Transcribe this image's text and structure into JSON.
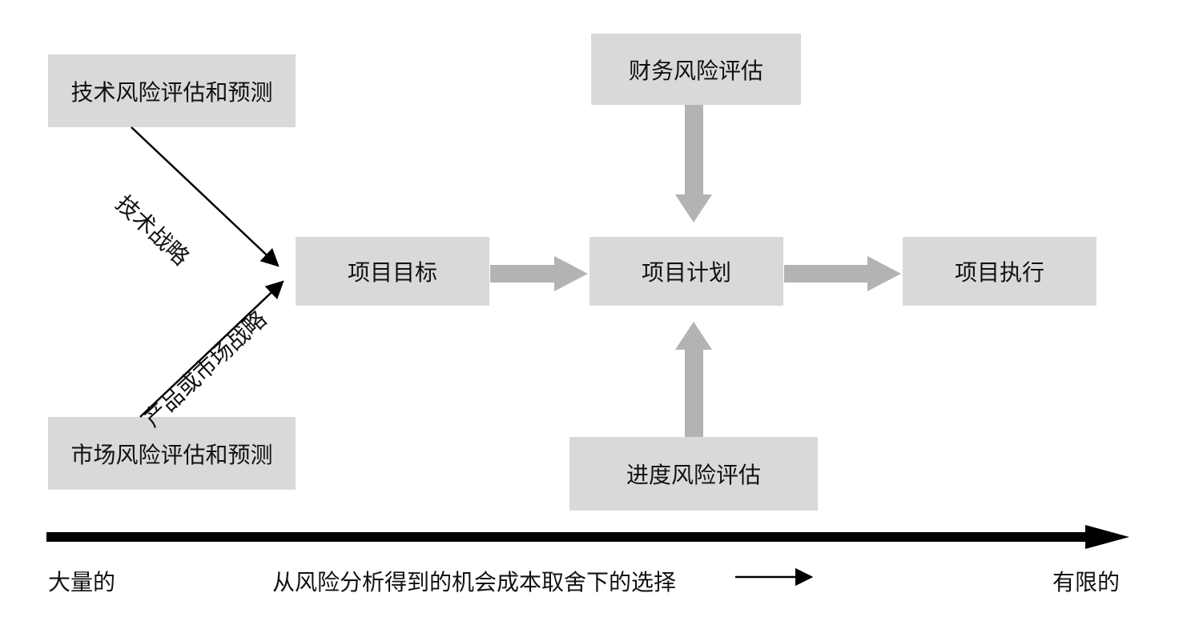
{
  "nodes": {
    "tech_risk": "技术风险评估和预测",
    "market_risk": "市场风险评估和预测",
    "project_goal": "项目目标",
    "finance_risk": "财务风险评估",
    "project_plan": "项目计划",
    "schedule_risk": "进度风险评估",
    "project_exec": "项目执行"
  },
  "edges": {
    "tech_strategy": "技术战略",
    "market_strategy": "产品或市场战略"
  },
  "axis": {
    "left_label": "大量的",
    "center_label": "从风险分析得到的机会成本取舍下的选择",
    "right_label": "有限的"
  },
  "colors": {
    "box_fill": "#d9d9d9",
    "block_arrow": "#b3b3b3",
    "line": "#000000"
  }
}
